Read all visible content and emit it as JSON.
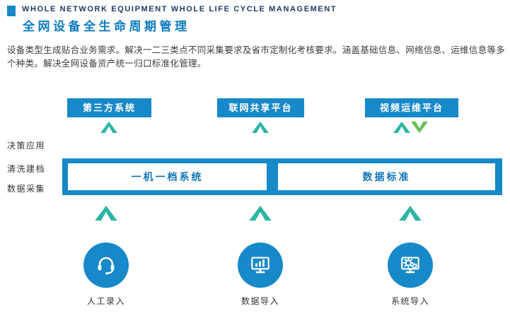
{
  "header": {
    "en_title": "WHOLE NETWORK EQUIPMENT WHOLE LIFE CYCLE MANAGEMENT",
    "zh_title": "全网设备全生命周期管理"
  },
  "description": "设备类型生成贴合业务需求。解决一二三类点不同采集要求及省市定制化考核要求。涵盖基础信息、网络信息、运维信息等多个种类。解决全网设备资产统一归口标准化管理。",
  "top_boxes": [
    {
      "label": "第三方系统"
    },
    {
      "label": "联网共享平台"
    },
    {
      "label": "视频运维平台"
    }
  ],
  "side_labels": [
    "决策应用",
    "清洗建档",
    "数据采集"
  ],
  "band_boxes": [
    {
      "label": "一机一档系统"
    },
    {
      "label": "数据标准"
    }
  ],
  "bottom_items": [
    {
      "label": "人工录入",
      "icon": "headset-icon"
    },
    {
      "label": "数据导入",
      "icon": "monitor-chart-icon"
    },
    {
      "label": "系统导入",
      "icon": "monitor-gear-icon"
    }
  ],
  "colors": {
    "blue": "#1789c9",
    "navy_title": "#1e3a67",
    "zh_title_blue": "#0e7cc1",
    "teal": "#2bb6a3",
    "green": "#63bf4e",
    "band_box_text": "#1377b6",
    "body_text": "#3d3d3d"
  }
}
